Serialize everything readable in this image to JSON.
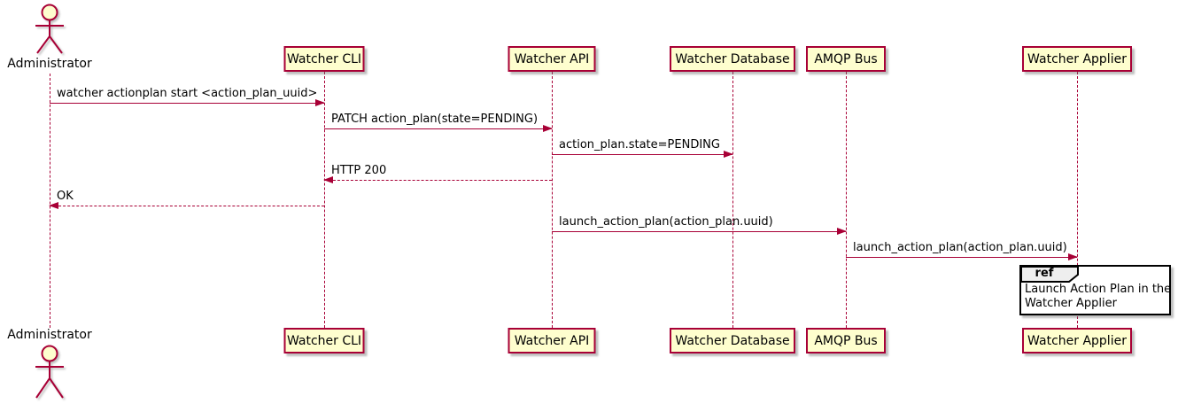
{
  "diagram_type": "sequence",
  "actor": {
    "label": "Administrator"
  },
  "participants": [
    {
      "label": "Watcher CLI"
    },
    {
      "label": "Watcher API"
    },
    {
      "label": "Watcher Database"
    },
    {
      "label": "AMQP Bus"
    },
    {
      "label": "Watcher Applier"
    }
  ],
  "messages": [
    {
      "from": "Administrator",
      "to": "Watcher CLI",
      "text": "watcher actionplan start <action_plan_uuid>",
      "line": "solid",
      "direction": "right"
    },
    {
      "from": "Watcher CLI",
      "to": "Watcher API",
      "text": "PATCH action_plan(state=PENDING)",
      "line": "solid",
      "direction": "right"
    },
    {
      "from": "Watcher API",
      "to": "Watcher Database",
      "text": "action_plan.state=PENDING",
      "line": "solid",
      "direction": "right"
    },
    {
      "from": "Watcher API",
      "to": "Watcher CLI",
      "text": "HTTP 200",
      "line": "dashed",
      "direction": "left"
    },
    {
      "from": "Watcher CLI",
      "to": "Administrator",
      "text": "OK",
      "line": "dashed",
      "direction": "left"
    },
    {
      "from": "Watcher API",
      "to": "AMQP Bus",
      "text": "launch_action_plan(action_plan.uuid)",
      "line": "solid",
      "direction": "right"
    },
    {
      "from": "AMQP Bus",
      "to": "Watcher Applier",
      "text": "launch_action_plan(action_plan.uuid)",
      "line": "solid",
      "direction": "right"
    }
  ],
  "ref": {
    "keyword": "ref",
    "lines": [
      "Launch Action Plan in the",
      "Watcher Applier"
    ]
  },
  "colors": {
    "participant_fill": "#FEFECE",
    "stroke": "#A80036",
    "text": "#000000",
    "ref_header_fill": "#EEEEEE",
    "ref_border": "#000000",
    "background": "#FFFFFF"
  }
}
